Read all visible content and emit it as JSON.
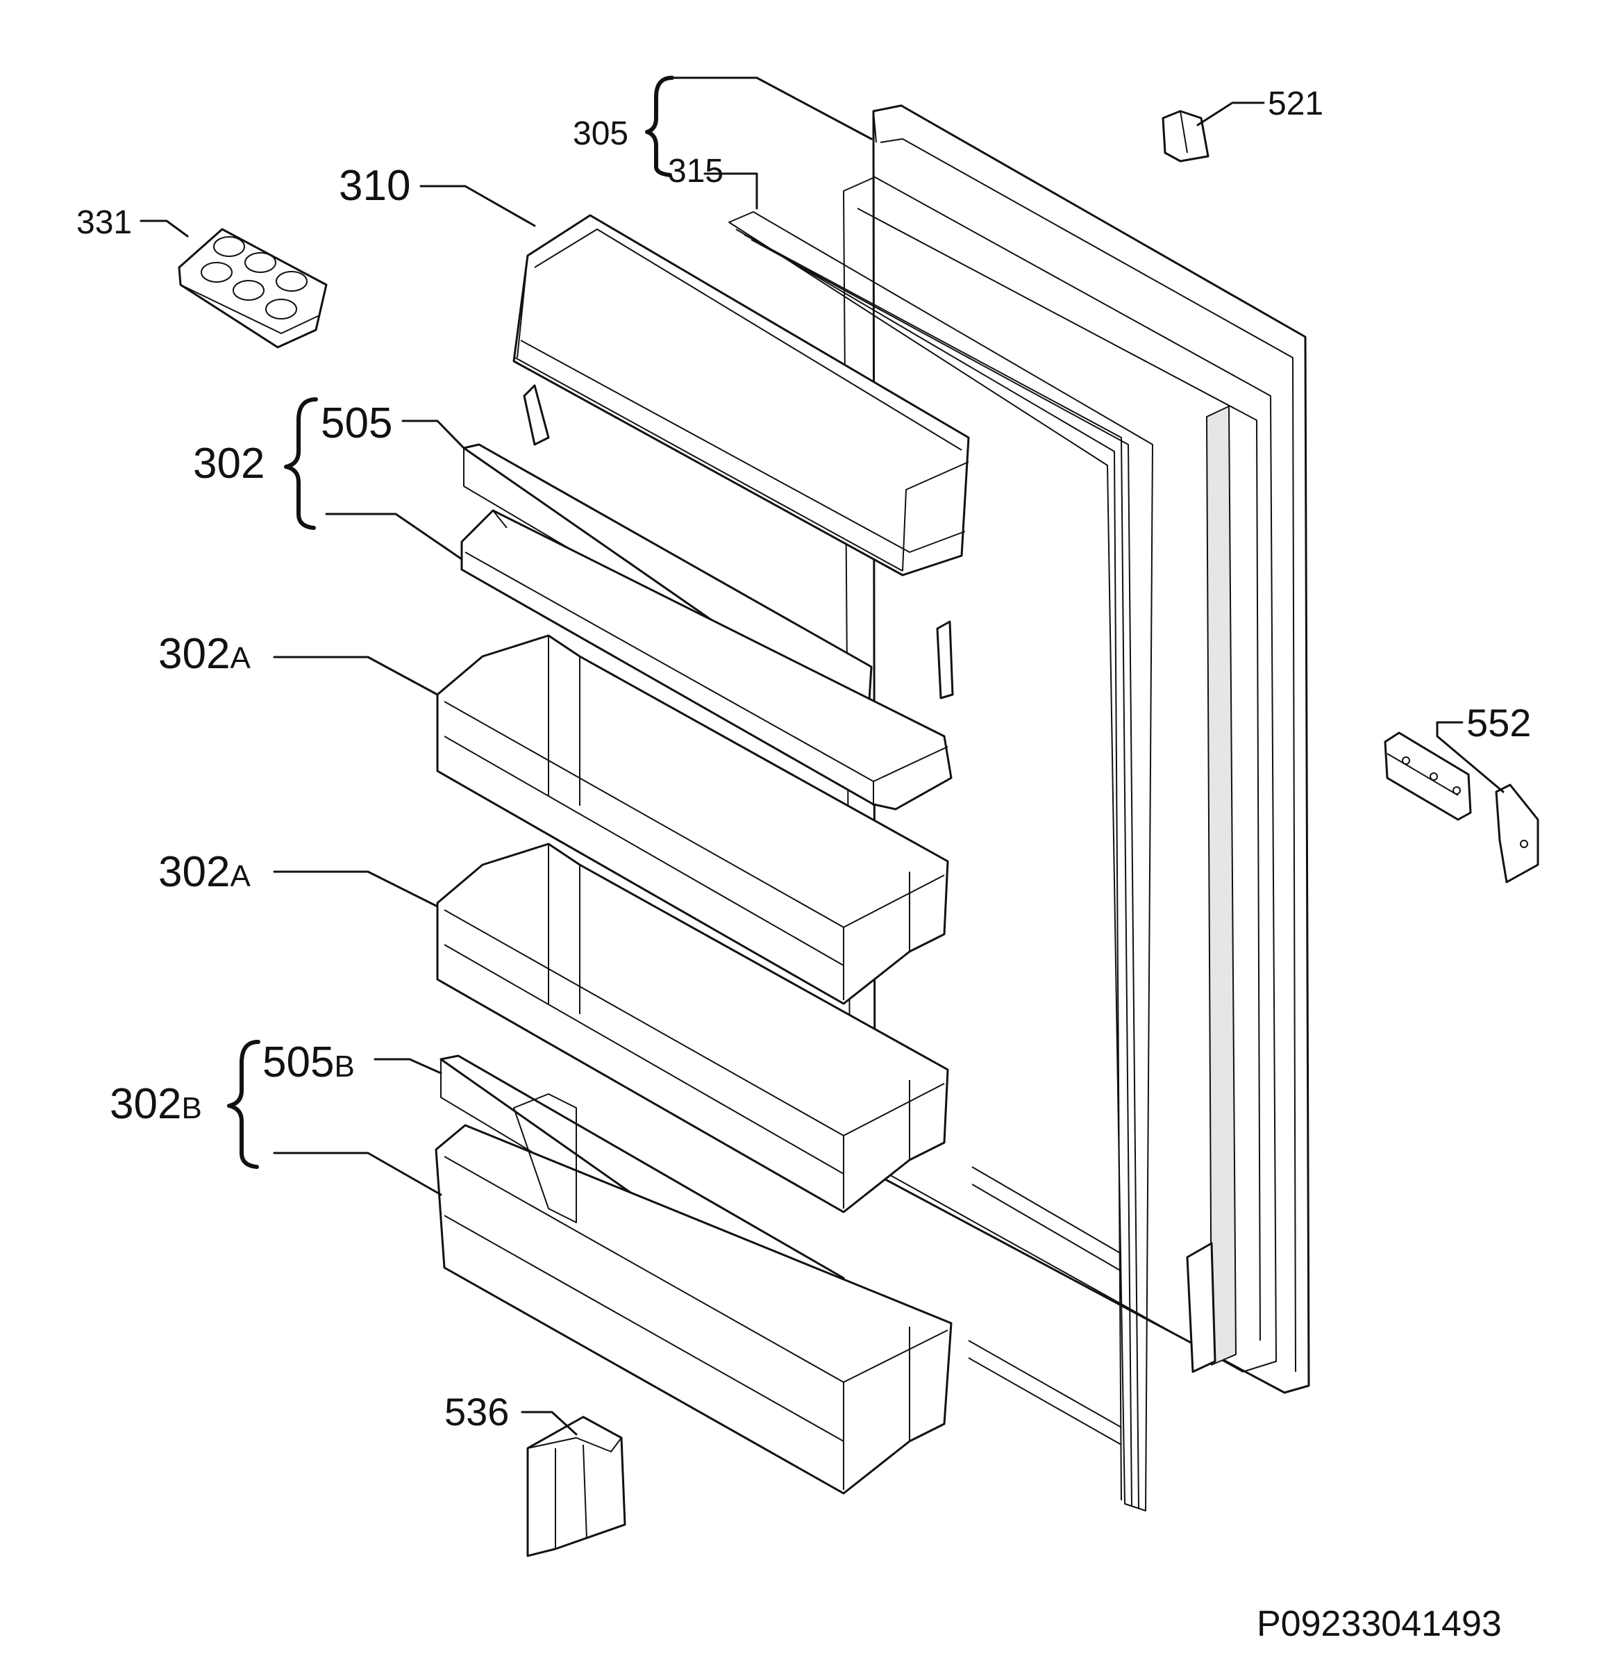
{
  "callouts": {
    "p305": "305",
    "p315": "315",
    "p521": "521",
    "p310": "310",
    "p331": "331",
    "p302": "302",
    "p505": "505",
    "p302a_1": "302",
    "p302a_2": "302",
    "p302a_suffix": "A",
    "p302b": "302",
    "p302b_suffix": "B",
    "p505b": "505",
    "p505b_suffix": "B",
    "p552": "552",
    "p536": "536"
  },
  "document_id": "P09233041493"
}
